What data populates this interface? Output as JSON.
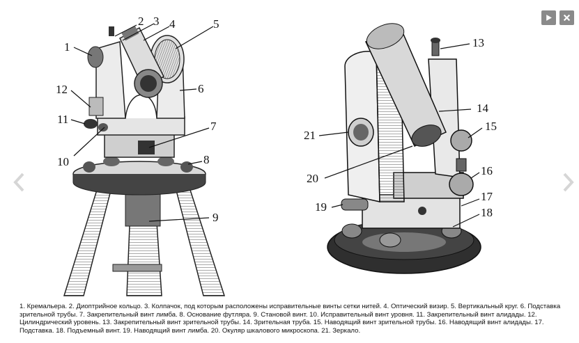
{
  "controls": {
    "play_icon": "play-icon",
    "close_icon": "close-icon",
    "prev_icon": "chevron-left-icon",
    "next_icon": "chevron-right-icon"
  },
  "diagram": {
    "callouts": [
      "1",
      "2",
      "3",
      "4",
      "5",
      "6",
      "7",
      "8",
      "9",
      "10",
      "11",
      "12",
      "13",
      "14",
      "15",
      "16",
      "17",
      "18",
      "19",
      "20",
      "21"
    ]
  },
  "caption": "1. Кремальера. 2. Диоптрийное кольцо. 3. Колпачок, под которым расположены исправительные винты сетки нитей. 4. Оптический визир. 5. Вертикальный круг. 6. Подставка зрительной трубы. 7. Закрепительный винт лимба. 8. Основание футляра. 9. Становой винт. 10. Исправительный винт уровня. 11. Закрепительный винт алидады. 12. Цилиндрический уровень. 13. Закрепительный винт зрительной трубы. 14. Зрительная труба. 15. Наводящий винт зрительной трубы. 16. Наводящий винт алидады. 17. Подставка. 18. Подъемный винт. 19. Наводящий винт лимба. 20. Окуляр шкалового микроскопа. 21. Зеркало."
}
